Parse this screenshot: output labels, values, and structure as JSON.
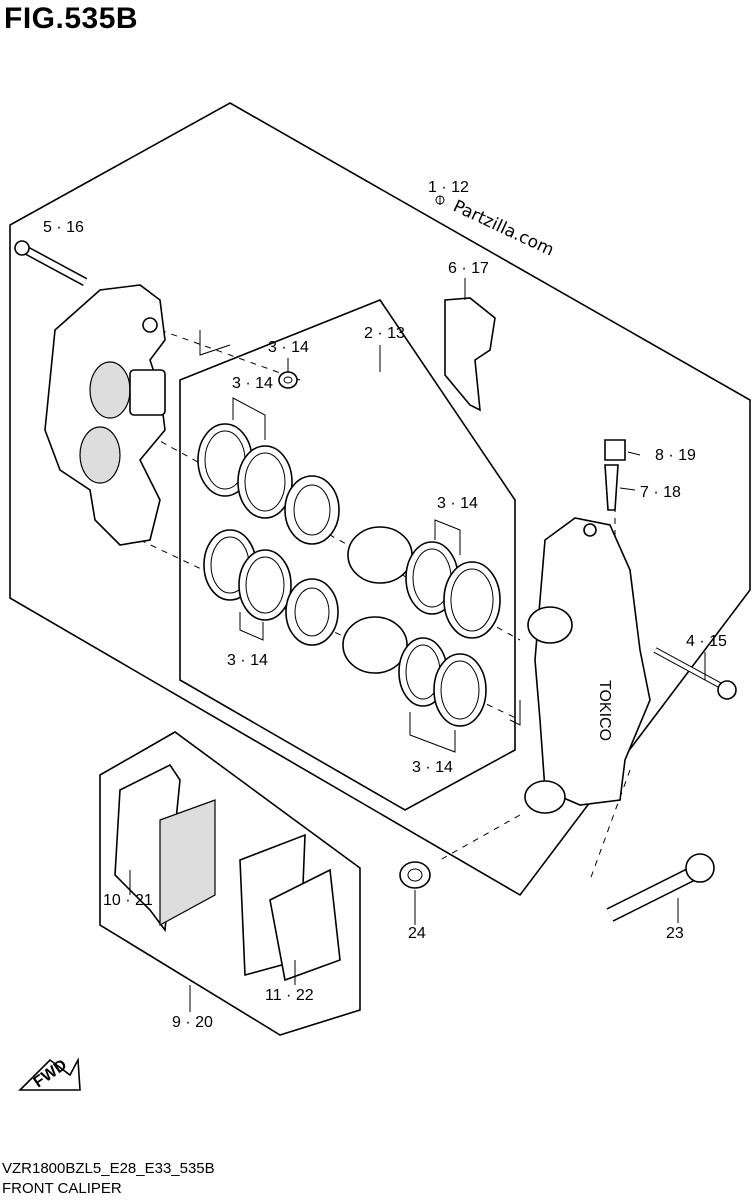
{
  "figure": {
    "title": "FIG.535B",
    "code": "VZR1800BZL5_E28_E33_535B",
    "name": "FRONT CALIPER",
    "watermark": "Partzilla.com",
    "fwd_label": "FWD"
  },
  "callouts": [
    {
      "id": "c-1-12",
      "label": "1 · 12"
    },
    {
      "id": "c-5-16",
      "label": "5 · 16"
    },
    {
      "id": "c-6-17",
      "label": "6 · 17"
    },
    {
      "id": "c-2-13",
      "label": "2 · 13"
    },
    {
      "id": "c-3-14-a",
      "label": "3 · 14"
    },
    {
      "id": "c-3-14-b",
      "label": "3 · 14"
    },
    {
      "id": "c-3-14-c",
      "label": "3 · 14"
    },
    {
      "id": "c-3-14-d",
      "label": "3 · 14"
    },
    {
      "id": "c-3-14-e",
      "label": "3 · 14"
    },
    {
      "id": "c-8-19",
      "label": "8 · 19"
    },
    {
      "id": "c-7-18",
      "label": "7 · 18"
    },
    {
      "id": "c-4-15",
      "label": "4 · 15"
    },
    {
      "id": "c-10-21",
      "label": "10 · 21"
    },
    {
      "id": "c-11-22",
      "label": "11 · 22"
    },
    {
      "id": "c-9-20",
      "label": "9 · 20"
    },
    {
      "id": "c-24",
      "label": "24"
    },
    {
      "id": "c-23",
      "label": "23"
    }
  ]
}
